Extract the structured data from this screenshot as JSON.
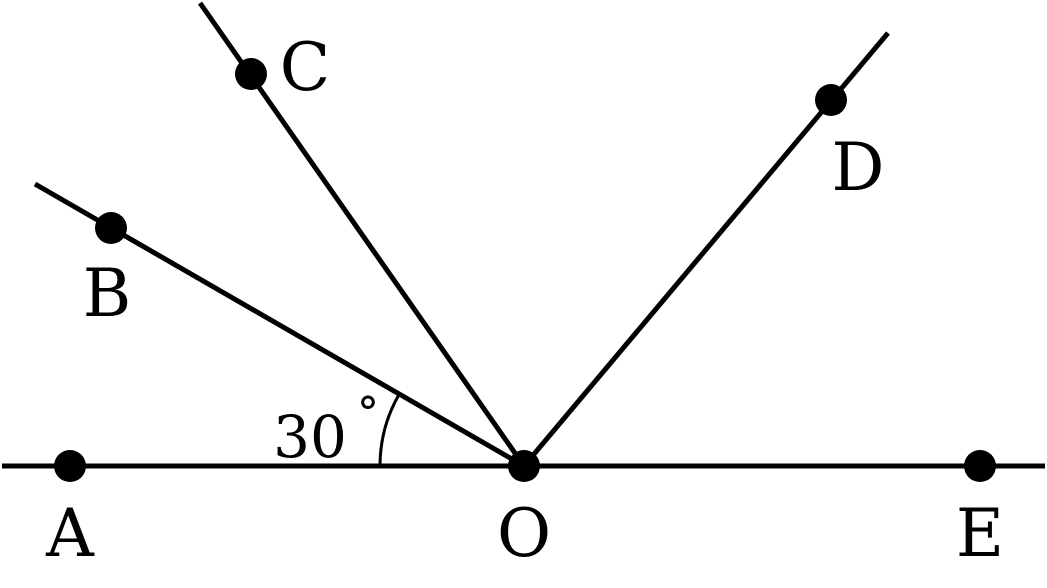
{
  "points": {
    "A": "A",
    "B": "B",
    "C": "C",
    "D": "D",
    "E": "E",
    "O": "O"
  },
  "angle": {
    "value": "30",
    "unit": "°"
  }
}
